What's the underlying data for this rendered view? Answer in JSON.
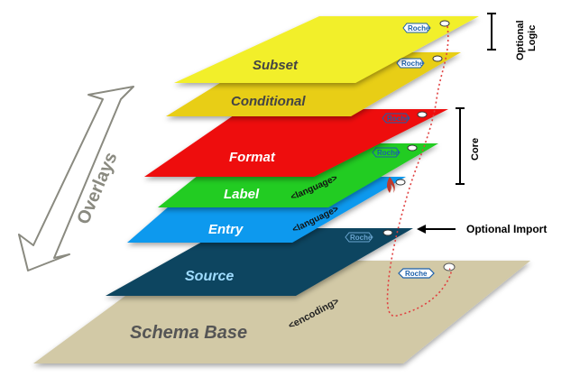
{
  "diagram": {
    "layers": [
      {
        "id": "subset",
        "label": "Subset",
        "fill": "#f2ef2b",
        "text_color": "#444444"
      },
      {
        "id": "conditional",
        "label": "Conditional",
        "fill": "#e8ce14",
        "text_color": "#444444"
      },
      {
        "id": "format",
        "label": "Format",
        "fill": "#ee1111",
        "text_color": "#ffffff"
      },
      {
        "id": "label",
        "label": "Label",
        "fill": "#20cc20",
        "text_color": "#ffffff",
        "tag": "<language>"
      },
      {
        "id": "entry",
        "label": "Entry",
        "fill": "#1199ee",
        "text_color": "#ffffff",
        "tag": "<language>"
      },
      {
        "id": "source",
        "label": "Source",
        "fill": "#0e4560",
        "text_color": "#9fdcff"
      },
      {
        "id": "schema-base",
        "label": "Schema Base",
        "fill": "#d2c9a6",
        "text_color": "#555555",
        "tag": "<encoding>"
      }
    ],
    "logo_text": "Roche",
    "overlays_label": "Overlays",
    "optional_logic_label_line1": "Optional",
    "optional_logic_label_line2": "Logic",
    "core_label": "Core",
    "optional_import_label": "Optional Import",
    "colors": {
      "roche_blue": "#1b5faa",
      "dotted_line": "#e04040",
      "arrow_outline": "#8a8a80"
    }
  }
}
